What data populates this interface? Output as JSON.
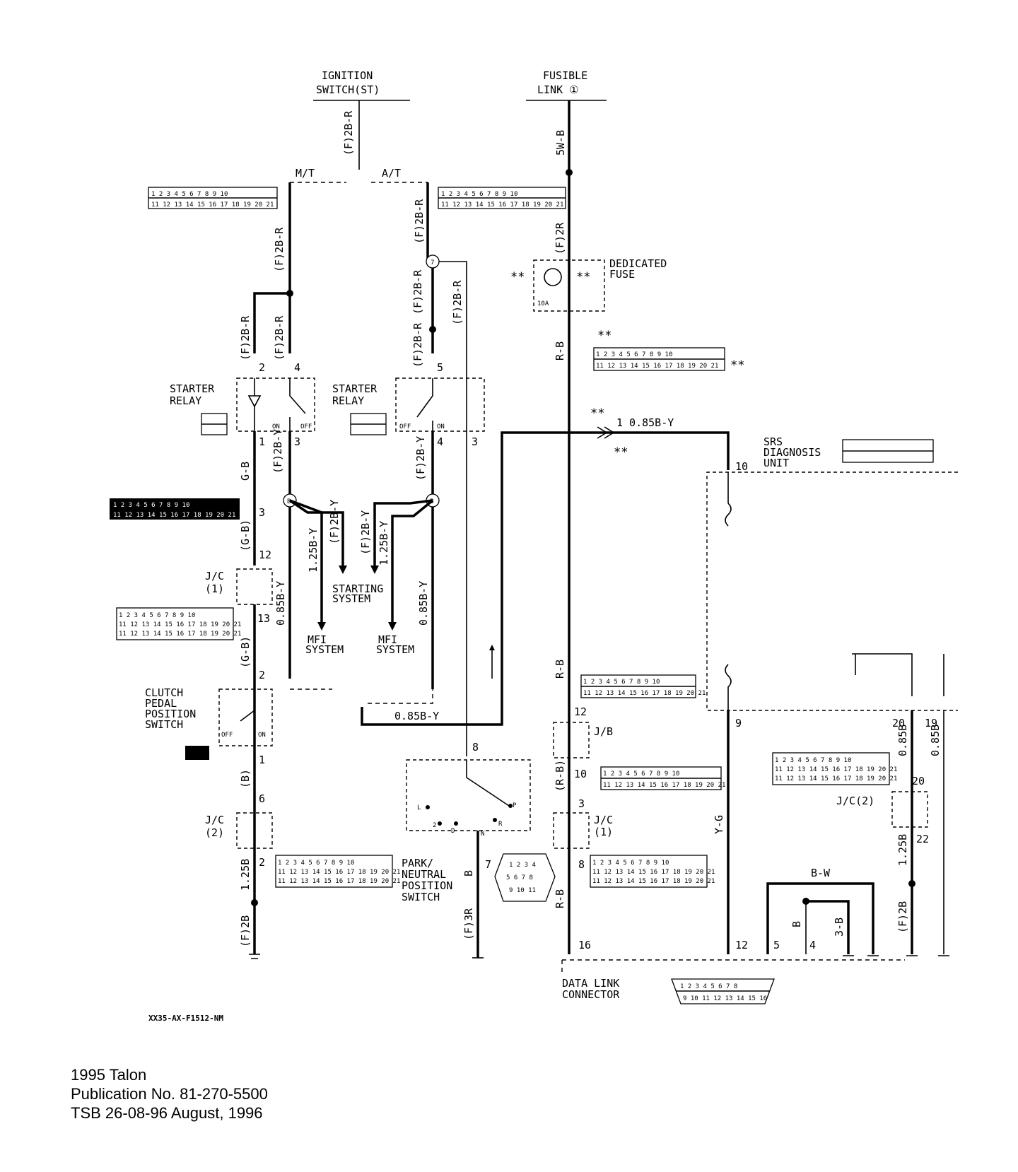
{
  "diagram": {
    "top_labels": {
      "ignition_1": "IGNITION",
      "ignition_2": "SWITCH(ST)",
      "fusible_1": "FUSIBLE",
      "fusible_2": "LINK ①"
    },
    "components": {
      "mt": "M/T",
      "at": "A/T",
      "starter_relay_1": "STARTER",
      "starter_relay_2": "RELAY",
      "dedicated_fuse_1": "DEDICATED",
      "dedicated_fuse_2": "FUSE",
      "fuse_rating": "10A",
      "starting_system_1": "STARTING",
      "starting_system_2": "SYSTEM",
      "mfi_1": "MFI",
      "mfi_2": "SYSTEM",
      "srs_1": "SRS",
      "srs_2": "DIAGNOSIS",
      "srs_3": "UNIT",
      "clutch_1": "CLUTCH",
      "clutch_2": "PEDAL",
      "clutch_3": "POSITION",
      "clutch_4": "SWITCH",
      "park_1": "PARK/",
      "park_2": "NEUTRAL",
      "park_3": "POSITION",
      "park_4": "SWITCH",
      "jc1": "J/C",
      "jc1_num": "(1)",
      "jc2": "J/C",
      "jc2_num": "(2)",
      "jc2_inline": "J/C(2)",
      "jb": "J/B",
      "dlc_1": "DATA LINK",
      "dlc_2": "CONNECTOR",
      "off": "OFF",
      "on": "ON",
      "stars": "**"
    },
    "wires": {
      "w_f2br": "(F)2B-R",
      "w_5wb": "5W-B",
      "w_f2r": "(F)2R",
      "w_rb": "R-B",
      "w_gb": "G-B",
      "w_gb_p": "(G-B)",
      "w_f2by": "(F)2B-Y",
      "w_125by": "1.25B-Y",
      "w_085by": "0.85B-Y",
      "w_085by_h": "1  0.85B-Y",
      "w_085by_b": "0.85B-Y",
      "w_b_p": "(B)",
      "w_125b": "1.25B",
      "w_f2b": "(F)2B",
      "w_f3r": "(F)3R",
      "w_b": "B",
      "w_rb_p": "(R-B)",
      "w_yg": "Y-G",
      "w_085b": "0.85B",
      "w_bw": "B-W",
      "w_3b": "3-B"
    },
    "pins": {
      "p2": "2",
      "p4": "4",
      "p5": "5",
      "p1": "1",
      "p3": "3",
      "p12": "12",
      "p13": "13",
      "p6": "6",
      "p7": "7",
      "p8": "8",
      "p9": "9",
      "p10": "10",
      "p16": "16",
      "p19": "19",
      "p20": "20",
      "p22": "22",
      "p_r": "R",
      "p_d": "D",
      "p_l": "L",
      "p_n": "N",
      "p_p": "P",
      "junction_7": "7",
      "junction_b": "B"
    },
    "reference_code": "XX35-AX-F1512-NM"
  },
  "publication": {
    "model": "1995 Talon",
    "publication_no": "Publication No. 81-270-5500",
    "tsb": "TSB 26-08-96   August, 1996"
  },
  "connector_pins": {
    "row_a": "1 2 3 4 5 6 7 8 9 10",
    "row_b": "11 12 13 14 15 16 17 18 19 20 21",
    "dlc_a": "1 2 3 4 5 6 7 8",
    "dlc_b": "9 10 11 12 13 14 15 16"
  }
}
